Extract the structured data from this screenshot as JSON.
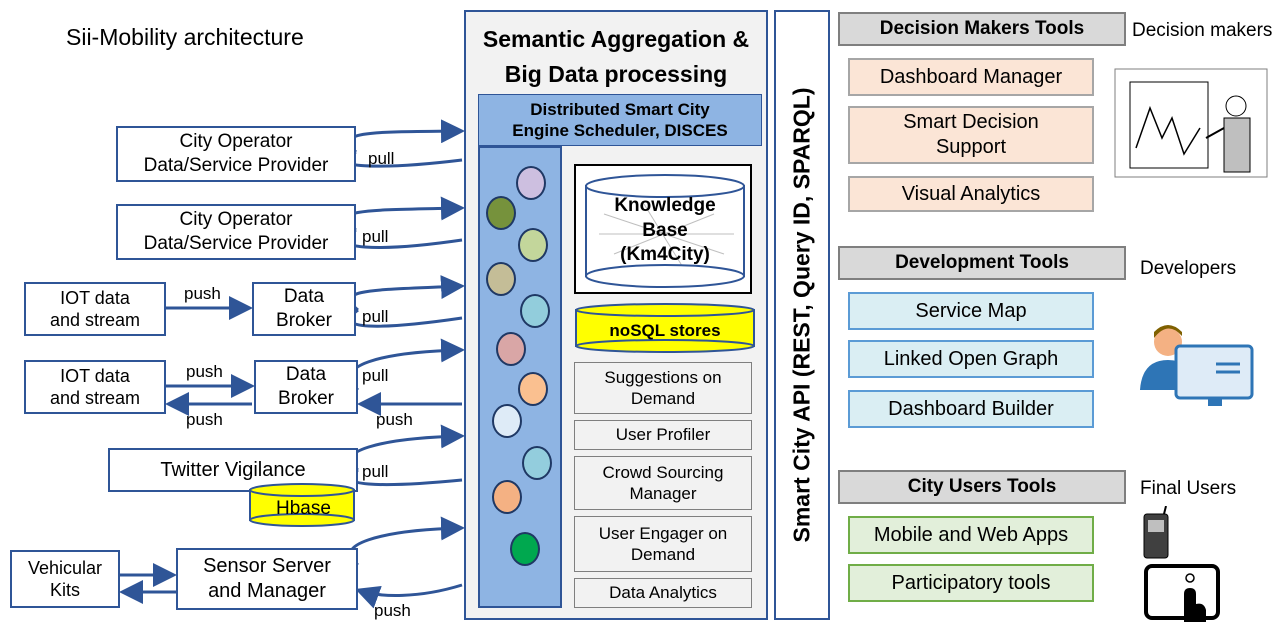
{
  "title": "Sii-Mobility architecture",
  "center": {
    "title_line1": "Semantic Aggregation &",
    "title_line2": "Big Data processing",
    "scheduler_line1": "Distributed Smart City",
    "scheduler_line2": "Engine Scheduler, DISCES",
    "kb_line1": "Knowledge",
    "kb_line2": "Base",
    "kb_line3": "(Km4City)",
    "nosql": "noSQL stores",
    "services": [
      {
        "line1": "Suggestions on",
        "line2": "Demand"
      },
      {
        "line1": "User Profiler",
        "line2": ""
      },
      {
        "line1": "Crowd Sourcing",
        "line2": "Manager"
      },
      {
        "line1": "User Engager on",
        "line2": "Demand"
      },
      {
        "line1": "Data Analytics",
        "line2": ""
      }
    ],
    "dot_colors": [
      "#CDBFE0",
      "#76923C",
      "#C3D69B",
      "#C4BD97",
      "#92CDDC",
      "#D9A6A6",
      "#FAC090",
      "#DEEBF7",
      "#93CDDD",
      "#F4B183",
      "#00A84F"
    ]
  },
  "api_label": "Smart City API (REST, Query ID, SPARQL)",
  "sources": {
    "city_op1_line1": "City Operator",
    "city_op1_line2": "Data/Service Provider",
    "city_op2_line1": "City Operator",
    "city_op2_line2": "Data/Service Provider",
    "iot1_line1": "IOT data",
    "iot1_line2": "and stream",
    "broker1_line1": "Data",
    "broker1_line2": "Broker",
    "iot2_line1": "IOT data",
    "iot2_line2": "and stream",
    "broker2_line1": "Data",
    "broker2_line2": "Broker",
    "twitter": "Twitter Vigilance",
    "hbase": "Hbase",
    "vehicular_line1": "Vehicular",
    "vehicular_line2": "Kits",
    "sensor_line1": "Sensor Server",
    "sensor_line2": "and Manager"
  },
  "arrow_labels": {
    "pull": "pull",
    "push": "push"
  },
  "right": {
    "decision": {
      "header": "Decision Makers Tools",
      "audience": "Decision makers",
      "items": [
        "Dashboard Manager",
        "Smart Decision Support",
        "Visual Analytics"
      ]
    },
    "development": {
      "header": "Development Tools",
      "audience": "Developers",
      "items": [
        "Service Map",
        "Linked Open Graph",
        "Dashboard Builder"
      ]
    },
    "city_users": {
      "header": "City Users Tools",
      "audience": "Final Users",
      "items": [
        "Mobile and Web Apps",
        "Participatory tools"
      ]
    }
  },
  "colors": {
    "accent_blue": "#2F5597",
    "panel_blue": "#8EB4E3",
    "yellow": "#FFFF00",
    "peach": "#FBE5D6",
    "light_blue": "#DAEEF3",
    "light_green": "#E2EFDA"
  }
}
